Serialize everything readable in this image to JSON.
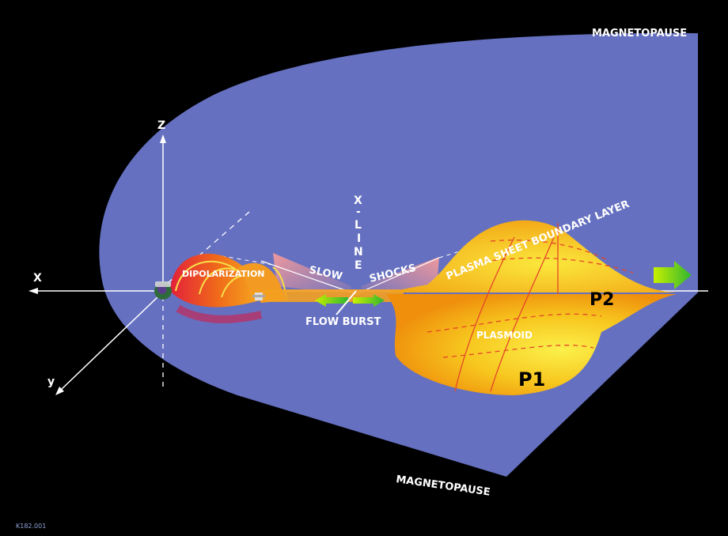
{
  "labels": {
    "magnetopause_top": "MAGNETOPAUSE",
    "magnetopause_bottom": "MAGNETOPAUSE",
    "axis_z": "Z",
    "axis_x": "X",
    "axis_y": "y",
    "x_line": [
      "X",
      "-",
      "L",
      "I",
      "N",
      "E"
    ],
    "dipolarization": "DIPOLARIZATION",
    "slow": "SLOW",
    "shocks": "SHOCKS",
    "psbl": "PLASMA SHEET BOUNDARY LAYER",
    "flow_burst": "FLOW BURST",
    "plasmoid": "PLASMOID",
    "p1": "P1",
    "p2": "P2",
    "figure_code": "K182.001"
  },
  "colors": {
    "background": "#000000",
    "magnetosphere": "#6570c0",
    "plasmoid_outer": "#f09a10",
    "plasmoid_inner": "#f9ec3c",
    "shock_glow": "#f08080",
    "arrow_green": "#6fd63a",
    "axis_white": "#ffffff"
  },
  "icons": [
    "earth-icon",
    "satellite-icon",
    "outflow-arrow-icon"
  ]
}
